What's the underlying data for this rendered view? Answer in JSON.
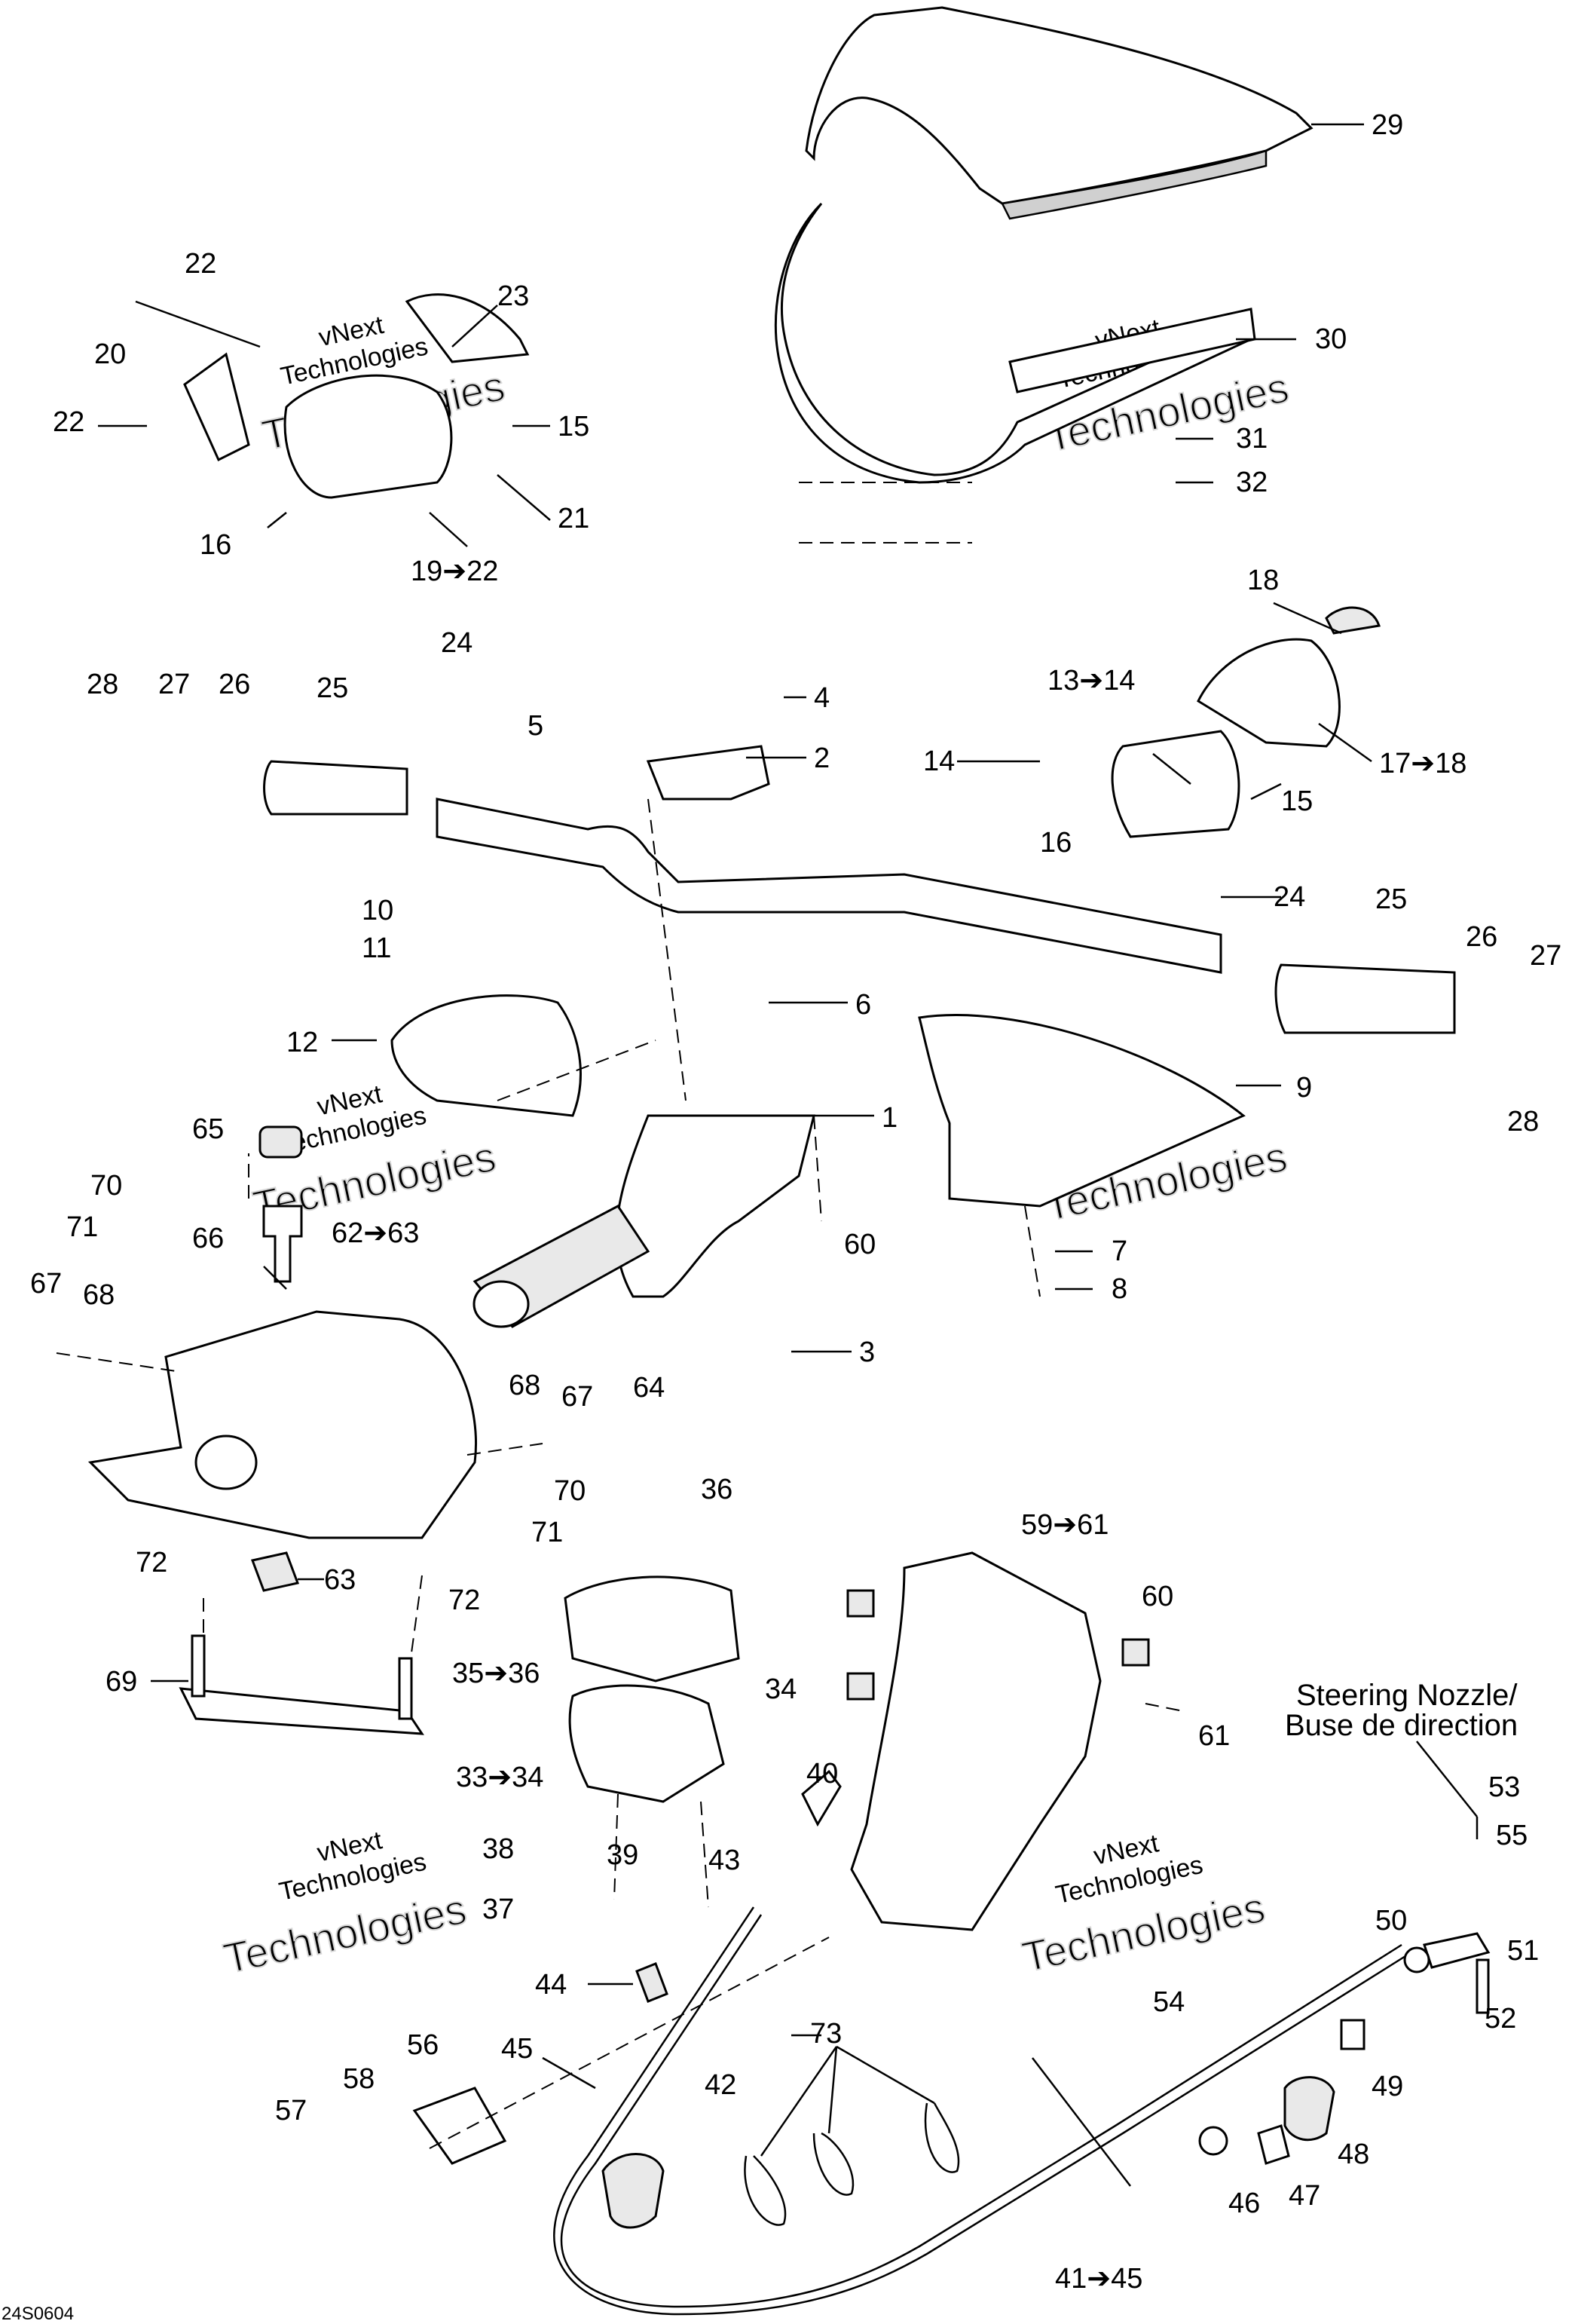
{
  "diagram": {
    "code": "24S0604",
    "caption": {
      "line1": "Steering Nozzle/",
      "line2": "Buse de direction"
    },
    "watermark": {
      "line1": "vNext",
      "line2": "Technologies",
      "big": "Technologies"
    },
    "callouts": {
      "c1": "1",
      "c2": "2",
      "c3": "3",
      "c4": "4",
      "c5": "5",
      "c6": "6",
      "c7": "7",
      "c8": "8",
      "c9": "9",
      "c10": "10",
      "c11": "11",
      "c12": "12",
      "c13": "13➔14",
      "c14": "14",
      "c15a": "15",
      "c15b": "15",
      "c16a": "16",
      "c16b": "16",
      "c17": "17➔18",
      "c18": "18",
      "c19": "19➔22",
      "c20": "20",
      "c21": "21",
      "c22a": "22",
      "c22b": "22",
      "c23": "23",
      "c24a": "24",
      "c24b": "24",
      "c25a": "25",
      "c25b": "25",
      "c26a": "26",
      "c26b": "26",
      "c27a": "27",
      "c27b": "27",
      "c28a": "28",
      "c28b": "28",
      "c29": "29",
      "c30": "30",
      "c31": "31",
      "c32": "32",
      "c33": "33➔34",
      "c34": "34",
      "c35": "35➔36",
      "c36": "36",
      "c37": "37",
      "c38": "38",
      "c39": "39",
      "c40": "40",
      "c41": "41➔45",
      "c42": "42",
      "c43": "43",
      "c44": "44",
      "c45": "45",
      "c46": "46",
      "c47": "47",
      "c48": "48",
      "c49": "49",
      "c50": "50",
      "c51": "51",
      "c52": "52",
      "c53": "53",
      "c54": "54",
      "c55": "55",
      "c56": "56",
      "c57": "57",
      "c58": "58",
      "c59": "59➔61",
      "c60a": "60",
      "c60b": "60",
      "c61": "61",
      "c62": "62➔63",
      "c63": "63",
      "c64": "64",
      "c65": "65",
      "c66": "66",
      "c67a": "67",
      "c67b": "67",
      "c68a": "68",
      "c68b": "68",
      "c69": "69",
      "c70a": "70",
      "c70b": "70",
      "c71a": "71",
      "c71b": "71",
      "c72a": "72",
      "c72b": "72",
      "c73": "73"
    }
  }
}
